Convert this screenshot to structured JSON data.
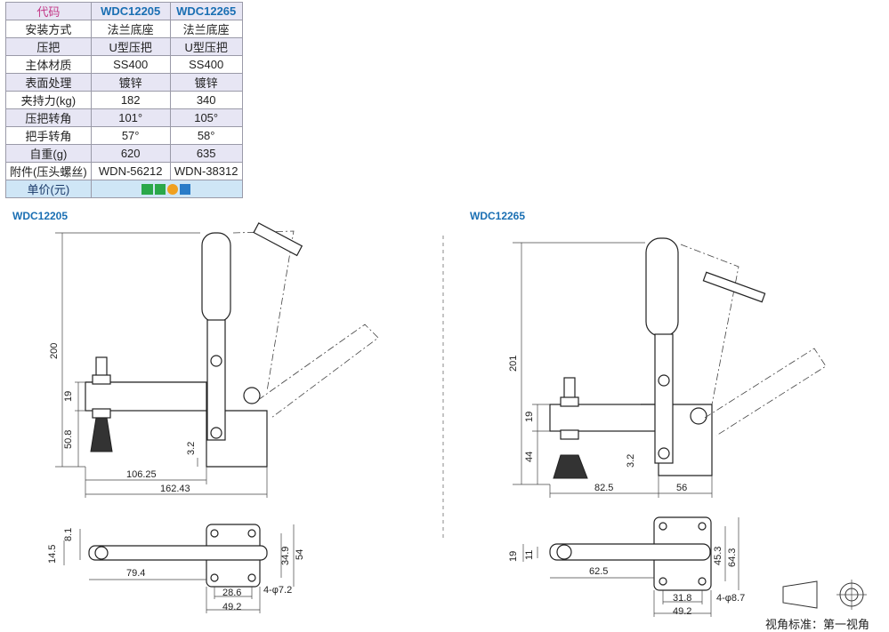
{
  "table": {
    "header": {
      "label": "代码",
      "col1": "WDC12205",
      "col2": "WDC12265"
    },
    "rows": [
      {
        "label": "安装方式",
        "col1": "法兰底座",
        "col2": "法兰底座"
      },
      {
        "label": "压把",
        "col1": "U型压把",
        "col2": "U型压把"
      },
      {
        "label": "主体材质",
        "col1": "SS400",
        "col2": "SS400"
      },
      {
        "label": "表面处理",
        "col1": "镀锌",
        "col2": "镀锌"
      },
      {
        "label": "夹持力(kg)",
        "col1": "182",
        "col2": "340"
      },
      {
        "label": "压把转角",
        "col1": "101°",
        "col2": "105°"
      },
      {
        "label": "把手转角",
        "col1": "57°",
        "col2": "58°"
      },
      {
        "label": "自重(g)",
        "col1": "620",
        "col2": "635"
      },
      {
        "label": "附件(压头螺丝)",
        "col1": "WDN-56212",
        "col2": "WDN-38312"
      }
    ],
    "price_label": "单价(元)"
  },
  "badge_colors": [
    "#2aa84a",
    "#f0a020",
    "#2a7cc8"
  ],
  "drawings": {
    "left": {
      "title": "WDC12205",
      "dims": {
        "height": "200",
        "d19": "19",
        "d508": "50.8",
        "d32": "3.2",
        "d10625": "106.25",
        "d16243": "162.43",
        "d81": "8.1",
        "d145": "14.5",
        "d794": "79.4",
        "d349": "34.9",
        "d54": "54",
        "d286": "28.6",
        "d492": "49.2",
        "holes": "4-φ7.2"
      }
    },
    "right": {
      "title": "WDC12265",
      "dims": {
        "height": "201",
        "d19": "19",
        "d44": "44",
        "d32": "3.2",
        "d825": "82.5",
        "d56": "56",
        "d19b": "19",
        "d11": "11",
        "d625": "62.5",
        "d453": "45.3",
        "d643": "64.3",
        "d318": "31.8",
        "d492": "49.2",
        "holes": "4-φ8.7"
      }
    }
  },
  "legend": {
    "text": "视角标准：第一视角"
  }
}
